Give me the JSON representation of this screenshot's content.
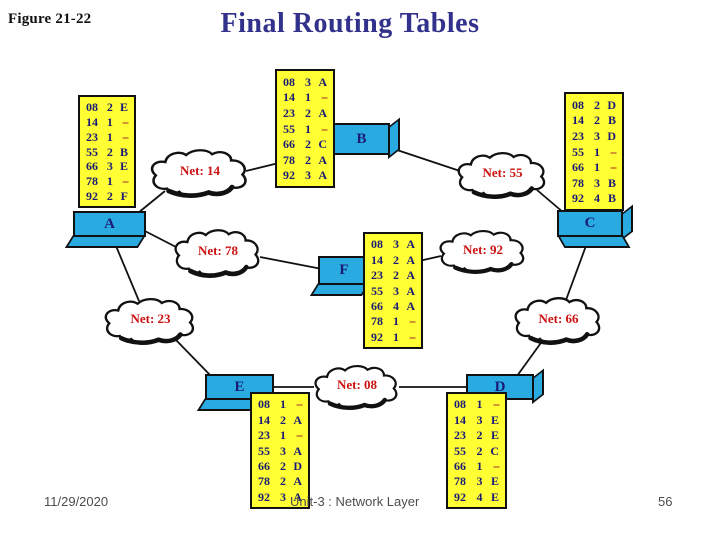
{
  "header": {
    "figure_label": "Figure 21-22",
    "title": "Final Routing Tables"
  },
  "footer": {
    "date": "11/29/2020",
    "center_text": "Unit-3 : Network Layer",
    "slide_number": "56"
  },
  "colors": {
    "title": "#32328c",
    "table_bg": "#ffff33",
    "table_text": "#1b1b77",
    "dash": "#aa3333",
    "router_fill": "#29abe2",
    "net_label": "#cc1111"
  },
  "table_columns": [
    "network",
    "cost",
    "next_router"
  ],
  "networks": [
    {
      "id": "14",
      "label": "Net: 14"
    },
    {
      "id": "55",
      "label": "Net: 55"
    },
    {
      "id": "78",
      "label": "Net: 78"
    },
    {
      "id": "92",
      "label": "Net: 92"
    },
    {
      "id": "23",
      "label": "Net: 23"
    },
    {
      "id": "66",
      "label": "Net: 66"
    },
    {
      "id": "08",
      "label": "Net: 08"
    }
  ],
  "routers": [
    {
      "id": "A",
      "label": "A",
      "table": [
        [
          "08",
          "2",
          "E"
        ],
        [
          "14",
          "1",
          "--"
        ],
        [
          "23",
          "1",
          "--"
        ],
        [
          "55",
          "2",
          "B"
        ],
        [
          "66",
          "3",
          "E"
        ],
        [
          "78",
          "1",
          "--"
        ],
        [
          "92",
          "2",
          "F"
        ]
      ]
    },
    {
      "id": "B",
      "label": "B",
      "table": [
        [
          "08",
          "3",
          "A"
        ],
        [
          "14",
          "1",
          "--"
        ],
        [
          "23",
          "2",
          "A"
        ],
        [
          "55",
          "1",
          "--"
        ],
        [
          "66",
          "2",
          "C"
        ],
        [
          "78",
          "2",
          "A"
        ],
        [
          "92",
          "3",
          "A"
        ]
      ]
    },
    {
      "id": "C",
      "label": "C",
      "table": [
        [
          "08",
          "2",
          "D"
        ],
        [
          "14",
          "2",
          "B"
        ],
        [
          "23",
          "3",
          "D"
        ],
        [
          "55",
          "1",
          "--"
        ],
        [
          "66",
          "1",
          "--"
        ],
        [
          "78",
          "3",
          "B"
        ],
        [
          "92",
          "4",
          "B"
        ]
      ]
    },
    {
      "id": "D",
      "label": "D",
      "table": [
        [
          "08",
          "1",
          "--"
        ],
        [
          "14",
          "3",
          "E"
        ],
        [
          "23",
          "2",
          "E"
        ],
        [
          "55",
          "2",
          "C"
        ],
        [
          "66",
          "1",
          "--"
        ],
        [
          "78",
          "3",
          "E"
        ],
        [
          "92",
          "4",
          "E"
        ]
      ]
    },
    {
      "id": "E",
      "label": "E",
      "table": [
        [
          "08",
          "1",
          "--"
        ],
        [
          "14",
          "2",
          "A"
        ],
        [
          "23",
          "1",
          "--"
        ],
        [
          "55",
          "3",
          "A"
        ],
        [
          "66",
          "2",
          "D"
        ],
        [
          "78",
          "2",
          "A"
        ],
        [
          "92",
          "3",
          "A"
        ]
      ]
    },
    {
      "id": "F",
      "label": "F",
      "table": [
        [
          "08",
          "3",
          "A"
        ],
        [
          "14",
          "2",
          "A"
        ],
        [
          "23",
          "2",
          "A"
        ],
        [
          "55",
          "3",
          "A"
        ],
        [
          "66",
          "4",
          "A"
        ],
        [
          "78",
          "1",
          "--"
        ],
        [
          "92",
          "1",
          "--"
        ]
      ]
    }
  ]
}
